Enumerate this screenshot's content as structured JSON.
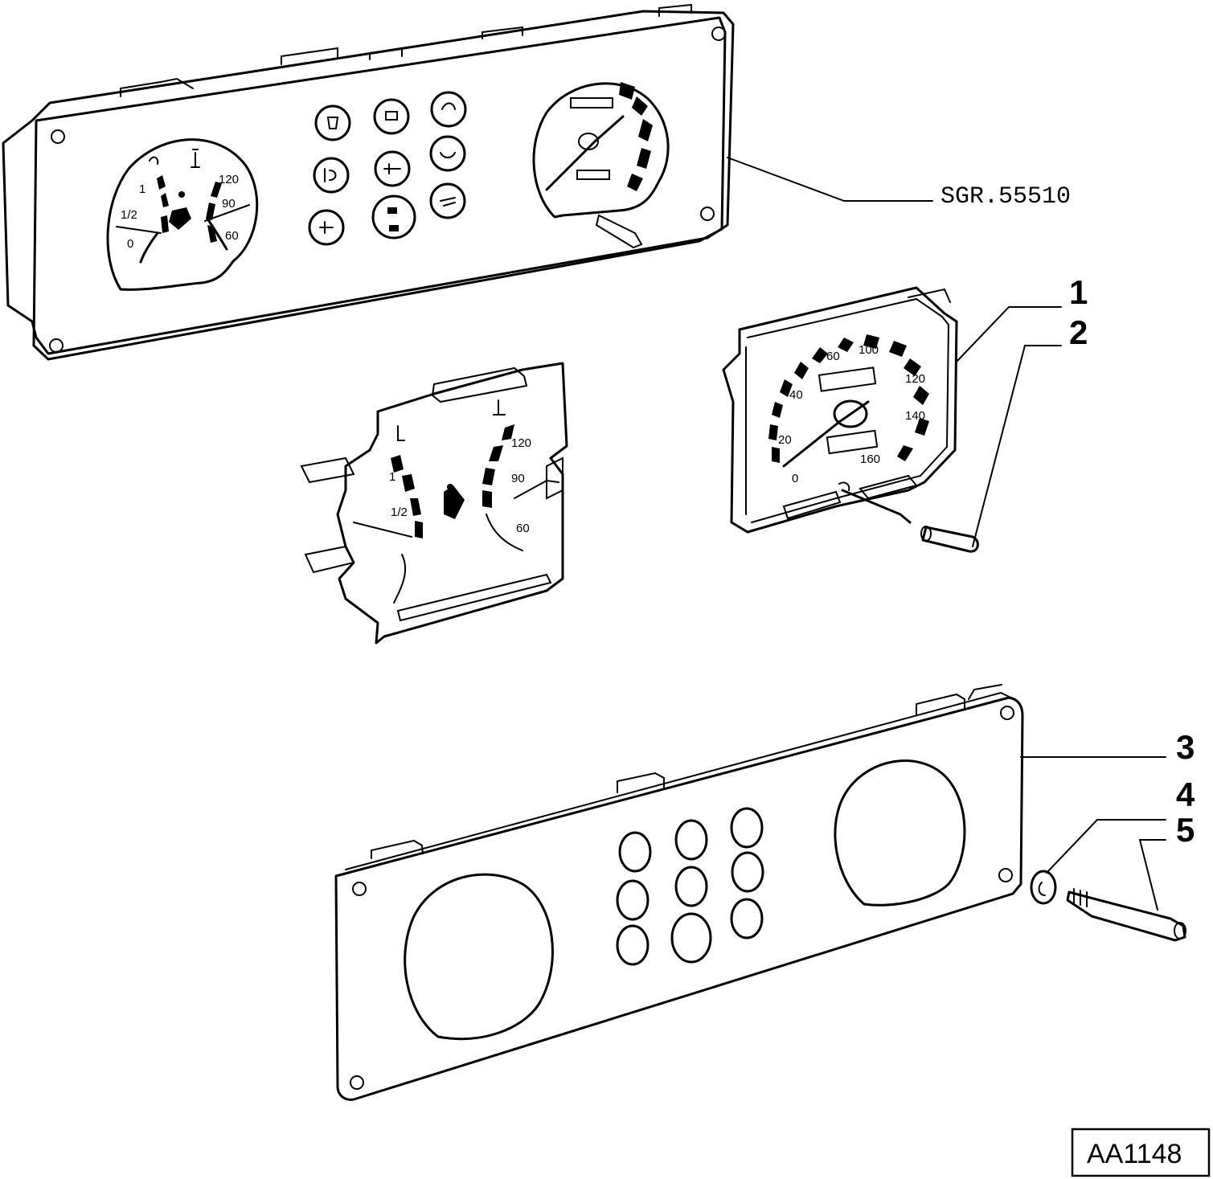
{
  "reference": "SGR.55510",
  "callouts": [
    "1",
    "2",
    "3",
    "4",
    "5"
  ],
  "drawing_code": "AA1148",
  "gauge_marks": {
    "fuel": [
      "1",
      "1/2",
      "0"
    ],
    "temperature": [
      "120",
      "90",
      "60"
    ],
    "speedometer": [
      "0",
      "20",
      "40",
      "60",
      "100",
      "120",
      "140",
      "160"
    ]
  }
}
